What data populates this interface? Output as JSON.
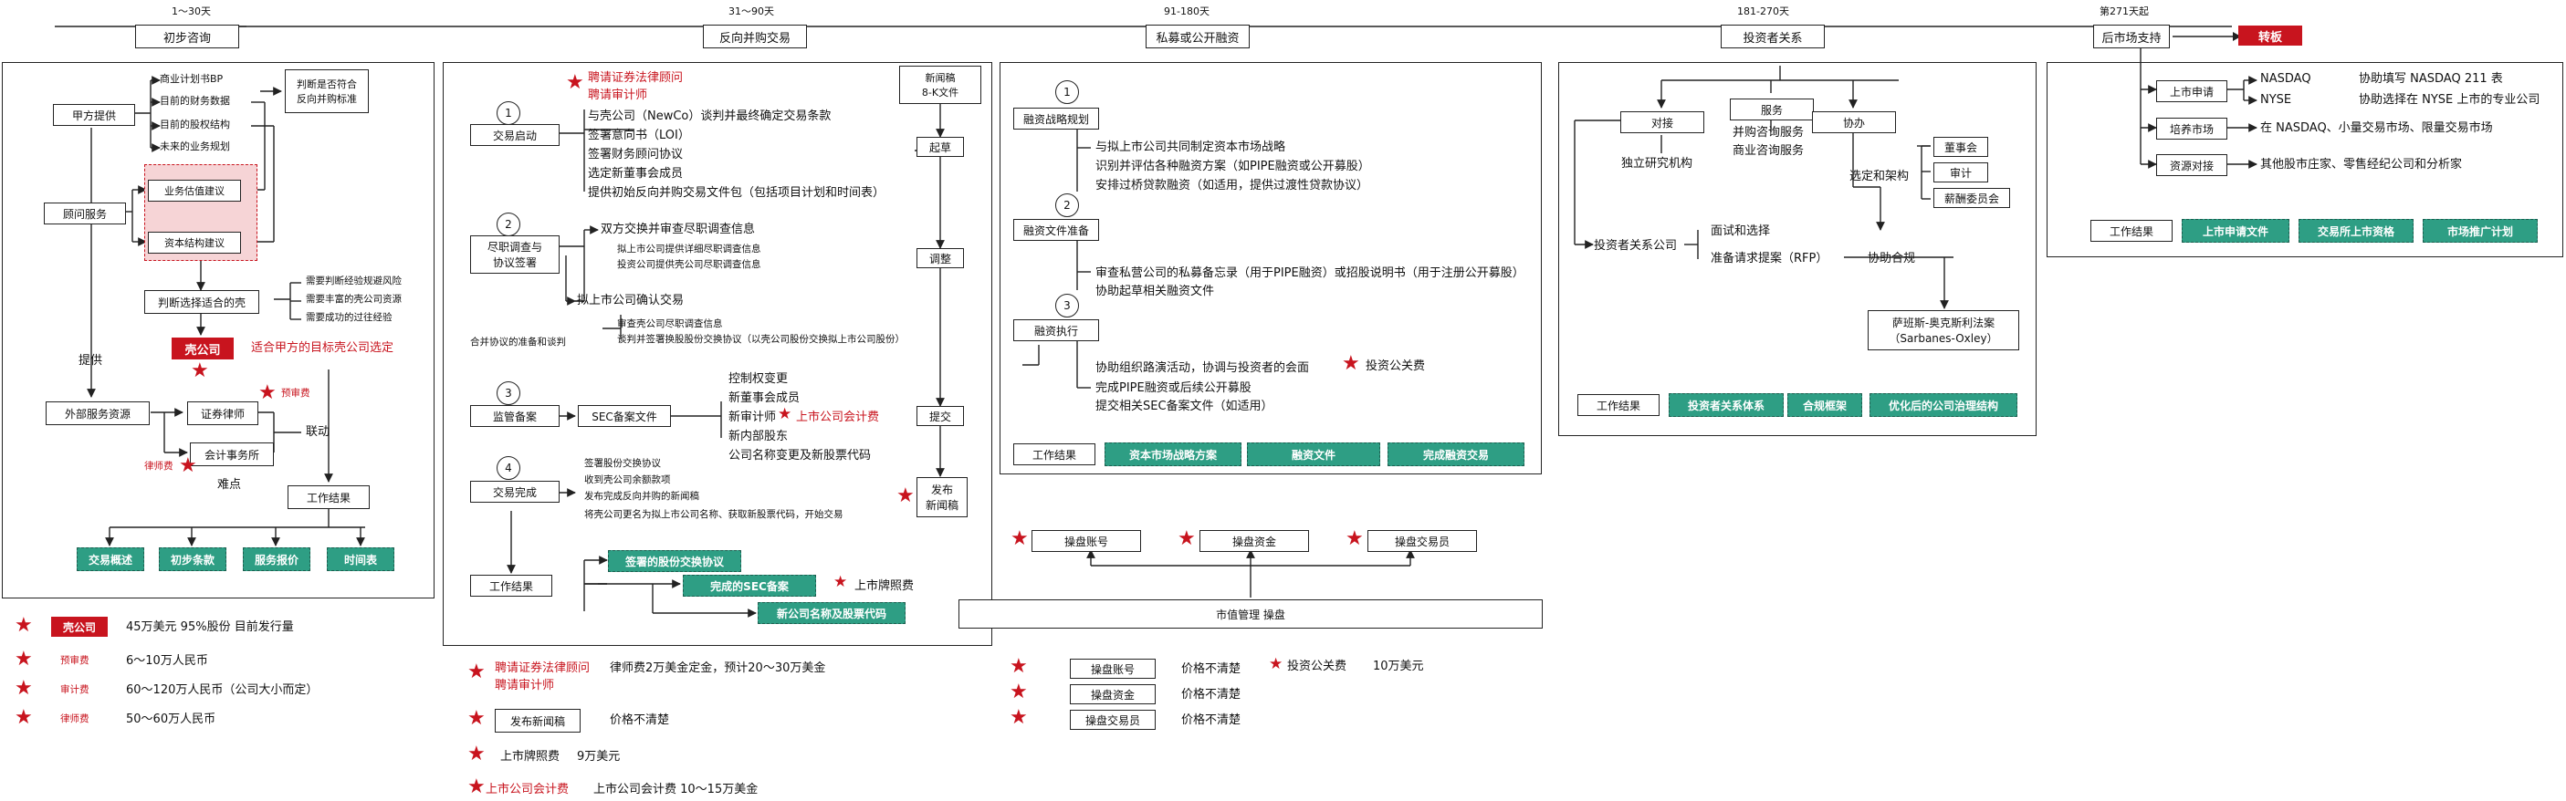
{
  "colors": {
    "accent_red": "#c8141e",
    "green": "#2e9e84",
    "pink": "#f6d4d6"
  },
  "timeline": [
    {
      "days": "1～30天",
      "phase": "初步咨询"
    },
    {
      "days": "31～90天",
      "phase": "反向并购交易"
    },
    {
      "days": "91-180天",
      "phase": "私募或公开融资"
    },
    {
      "days": "181-270天",
      "phase": "投资者关系"
    },
    {
      "days": "第271天起",
      "phase": "后市场支持"
    },
    {
      "days": "",
      "phase": "转板"
    }
  ],
  "s1": {
    "party_a": "甲方提供",
    "bp_items": [
      "商业计划书BP",
      "目前的财务数据",
      "目前的股权结构",
      "未来的业务规划"
    ],
    "judge": "判断是否符合\n反向并购标准",
    "advisory": "顾问服务",
    "valuation": "业务估值建议",
    "capital": "资本结构建议",
    "select": "判断选择适合的壳",
    "needs": [
      "需要判断经验规避风险",
      "需要丰富的壳公司资源",
      "需要成功的过往经验"
    ],
    "provide": "提供",
    "shell": "壳公司",
    "shell_note": "适合甲方的目标壳公司选定",
    "external": "外部服务资源",
    "lawyer": "证券律师",
    "audit_firm": "会计事务所",
    "audit_fee": "预审费",
    "lawyer_fee": "律师费",
    "linkage": "联动",
    "difficulty": "难点",
    "results_label": "工作结果",
    "results": [
      "交易概述",
      "初步条款",
      "服务报价",
      "时间表"
    ]
  },
  "s2": {
    "hire": [
      "聘请证券法律顾问",
      "聘请审计师"
    ],
    "step1_label": "交易启动",
    "step1_items": [
      "与壳公司（NewCo）谈判并最终确定交易条款",
      "签署意向书（LOI）",
      "签署财务顾问协议",
      "选定新董事会成员",
      "提供初始反向并购交易文件包（包括项目计划和时间表）"
    ],
    "step2_label": "尽职调查与\n协议签署",
    "step2_a": "双方交换并审查尽职调查信息",
    "step2_a_sub": [
      "拟上市公司提供详细尽职调查信息",
      "投资公司提供壳公司尽职调查信息"
    ],
    "step2_b": "拟上市公司确认交易",
    "step2_c_left": "合并协议的准备和谈判",
    "step2_c_sub": [
      "审查壳公司尽职调查信息",
      "谈判并签署换股股份交换协议（以壳公司股份交换拟上市公司股份）"
    ],
    "step3_label": "监管备案",
    "sec_filing": "SEC备案文件",
    "step3_items": [
      "控制权变更",
      "新董事会成员",
      "新审计师",
      "新内部股东",
      "公司名称变更及新股票代码"
    ],
    "listed_auditor": "上市公司会计费",
    "step4_label": "交易完成",
    "step4_items": [
      "签署股份交换协议",
      "收到壳公司余额款项",
      "发布完成反向并购的新闻稿",
      "将壳公司更名为拟上市公司名称、获取新股票代码，开始交易"
    ],
    "press_title": "新闻稿\n8-K文件",
    "flow": [
      "起草",
      "调整",
      "提交",
      "发布\n新闻稿"
    ],
    "results_label": "工作结果",
    "r1": "签署的股份交换协议",
    "r2": "完成的SEC备案",
    "r2_fee": "上市牌照费",
    "r3": "新公司名称及股票代码"
  },
  "s3": {
    "step1_label": "融资战略规划",
    "step1_items": [
      "与拟上市公司共同制定资本市场战略",
      "识别并评估各种融资方案（如PIPE融资或公开募股）",
      "安排过桥贷款融资（如适用，提供过渡性贷款协议）"
    ],
    "step2_label": "融资文件准备",
    "step2_items": [
      "审查私营公司的私募备忘录（用于PIPE融资）或招股说明书（用于注册公开募股）",
      "协助起草相关融资文件"
    ],
    "step3_label": "融资执行",
    "step3_items": [
      "协助组织路演活动，协调与投资者的会面",
      "完成PIPE融资或后续公开募股",
      "提交相关SEC备案文件（如适用）"
    ],
    "ir_fee": "投资公关费",
    "results_label": "工作结果",
    "results": [
      "资本市场战略方案",
      "融资文件",
      "完成融资交易"
    ],
    "trade_boxes": [
      "操盘账号",
      "操盘资金",
      "操盘交易员"
    ],
    "market_cap": "市值管理 操盘"
  },
  "s4": {
    "dock": "对接",
    "service": "服务",
    "assist": "协办",
    "dock_sub": "独立研究机构",
    "service_sub": [
      "并购咨询服务",
      "商业咨询服务"
    ],
    "assist_sub": "选定和架构",
    "board": [
      "董事会",
      "审计",
      "薪酬委员会"
    ],
    "ir_firm": "投资者关系公司",
    "ir_items": [
      "面试和选择",
      "准备请求提案（RFP）"
    ],
    "compliance": "协助合规",
    "sox": "萨班斯-奥克斯利法案\n（Sarbanes-Oxley）",
    "results_label": "工作结果",
    "results": [
      "投资者关系体系",
      "合规框架",
      "优化后的公司治理结构"
    ]
  },
  "s5": {
    "listing": "上市申请",
    "listing_items": [
      [
        "NASDAQ",
        "协助填写 NASDAQ 211 表"
      ],
      [
        "NYSE",
        "协助选择在 NYSE 上市的专业公司"
      ]
    ],
    "cultivate": "培养市场",
    "cultivate_text": "在 NASDAQ、小量交易市场、限量交易市场",
    "resources": "资源对接",
    "resources_text": "其他股市庄家、零售经纪公司和分析家",
    "results_label": "工作结果",
    "results": [
      "上市申请文件",
      "交易所上市资格",
      "市场推广计划"
    ]
  },
  "legend1": [
    {
      "tag": "壳公司",
      "text": "45万美元 95%股份 目前发行量"
    },
    {
      "tag": "预审费",
      "text": "6～10万人民币"
    },
    {
      "tag": "审计费",
      "text": "60～120万人民币（公司大小而定）"
    },
    {
      "tag": "律师费",
      "text": "50～60万人民币"
    }
  ],
  "legend2": {
    "hire": [
      "聘请证券法律顾问",
      "聘请审计师"
    ],
    "hire_text": "律师费2万美金定金，预计20～30万美金",
    "press": "发布新闻稿",
    "press_text": "价格不清楚",
    "license": "上市牌照费",
    "license_text": "9万美元",
    "auditor": "上市公司会计费",
    "auditor_text": "上市公司会计费 10～15万美金"
  },
  "legend3": {
    "items": [
      {
        "tag": "操盘账号",
        "text": "价格不清楚"
      },
      {
        "tag": "操盘资金",
        "text": "价格不清楚"
      },
      {
        "tag": "操盘交易员",
        "text": "价格不清楚"
      }
    ],
    "ir": "投资公关费",
    "ir_text": "10万美元"
  }
}
